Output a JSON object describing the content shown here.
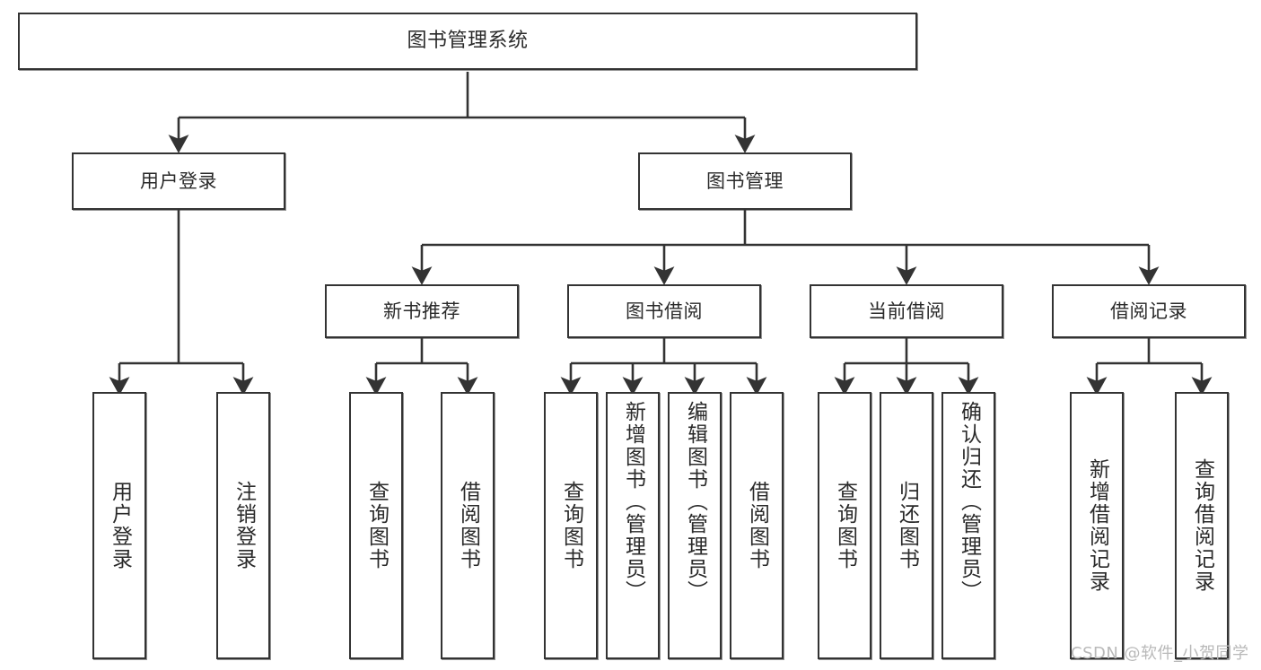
{
  "diagram": {
    "title": "图书管理系统",
    "type": "tree-hierarchy",
    "watermark": "CSDN @软件_小贺同学",
    "colors": {
      "node_border": "#333333",
      "node_fill": "#ffffff",
      "text": "#2a2a2a",
      "edge": "#333333",
      "watermark": "#b9b9b9",
      "background": "#ffffff"
    },
    "levels": {
      "root": {
        "label": "图书管理系统"
      },
      "level2": [
        {
          "label": "用户登录"
        },
        {
          "label": "图书管理"
        }
      ],
      "level3": [
        {
          "label": "新书推荐"
        },
        {
          "label": "图书借阅"
        },
        {
          "label": "当前借阅"
        },
        {
          "label": "借阅记录"
        }
      ],
      "leaves": {
        "user_login": [
          {
            "label": "用户登录"
          },
          {
            "label": "注销登录"
          }
        ],
        "new_book_recommend": [
          {
            "label": "查询图书"
          },
          {
            "label": "借阅图书"
          }
        ],
        "book_borrow": [
          {
            "label": "查询图书"
          },
          {
            "label": "新增图书（管理员）"
          },
          {
            "label": "编辑图书（管理员）"
          },
          {
            "label": "借阅图书"
          }
        ],
        "current_borrow": [
          {
            "label": "查询图书"
          },
          {
            "label": "归还图书"
          },
          {
            "label": "确认归还（管理员）"
          }
        ],
        "borrow_record": [
          {
            "label": "新增借阅记录"
          },
          {
            "label": "查询借阅记录"
          }
        ]
      }
    }
  }
}
